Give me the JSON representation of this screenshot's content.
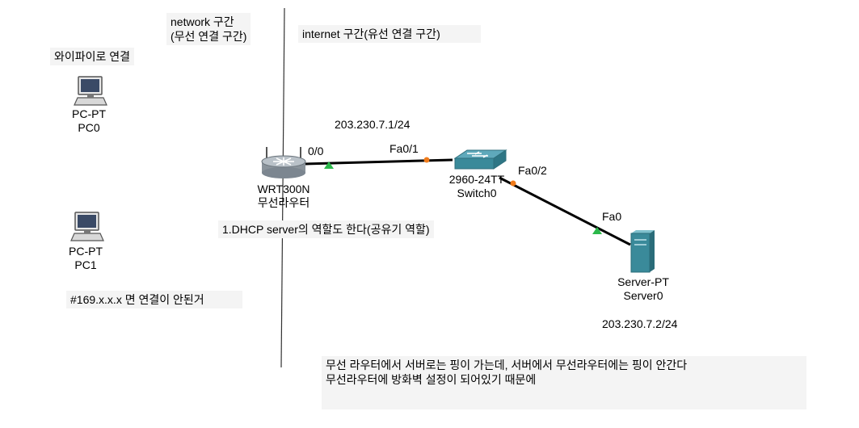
{
  "notes": {
    "network_zone": "network 구간\n(무선 연결 구간)",
    "internet_zone": "internet 구간(유선 연결 구간)",
    "wifi": "와이파이로 연결",
    "dhcp": "1.DHCP server의 역할도 한다(공유기 역할)",
    "apipa": "#169.x.x.x 면 연결이 안된거",
    "ping": "무선 라우터에서 서버로는 핑이 가는데, 서버에서 무선라우터에는 핑이 안간다\n무선라우터에 방화벽 설정이 되어있기 때문에"
  },
  "devices": {
    "pc0": {
      "model": "PC-PT",
      "name": "PC0"
    },
    "pc1": {
      "model": "PC-PT",
      "name": "PC1"
    },
    "router": {
      "model": "WRT300N",
      "name": "무선라우터"
    },
    "switch": {
      "model": "2960-24TT",
      "name": "Switch0"
    },
    "server": {
      "model": "Server-PT",
      "name": "Server0"
    }
  },
  "ports": {
    "router_port": "0/0",
    "switch_fa01": "Fa0/1",
    "switch_fa02": "Fa0/2",
    "server_fa0": "Fa0"
  },
  "addresses": {
    "router_ip": "203.230.7.1/24",
    "server_ip": "203.230.7.2/24"
  },
  "colors": {
    "link": "#000000",
    "link_up": "#2bb84a",
    "link_pending": "#f07b1b",
    "note_bg": "#f4f4f4",
    "device_teal": "#3a8a9a"
  }
}
